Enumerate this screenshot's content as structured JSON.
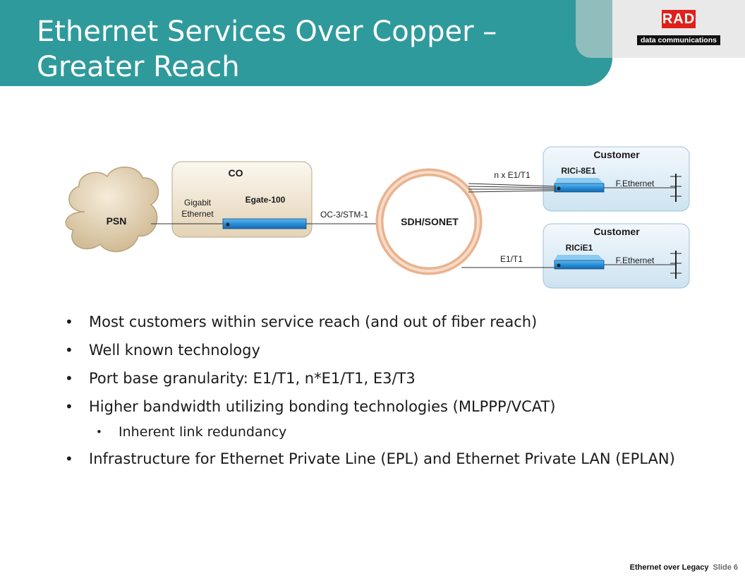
{
  "title": "Ethernet Services Over Copper –\nGreater Reach",
  "logo": {
    "mark": "RAD",
    "text": "data communications"
  },
  "diagram": {
    "psn": "PSN",
    "co": {
      "title": "CO",
      "device": "Egate-100",
      "port": "Gigabit\nEthernet"
    },
    "ring": "SDH/SONET",
    "uplink": "OC-3/STM-1",
    "customer1": {
      "title": "Customer",
      "device": "RICi-8E1",
      "link": "n x E1/T1",
      "lan": "F.Ethernet"
    },
    "customer2": {
      "title": "Customer",
      "device": "RICiE1",
      "link": "E1/T1",
      "lan": "F.Ethernet"
    }
  },
  "bullets": [
    {
      "text": "Most customers within service reach  (and out of fiber reach)",
      "level": 1
    },
    {
      "text": "Well known technology",
      "level": 1
    },
    {
      "text": "Port base granularity: E1/T1, n*E1/T1, E3/T3",
      "level": 1
    },
    {
      "text": "Higher bandwidth utilizing bonding technologies (MLPPP/VCAT)",
      "level": 1
    },
    {
      "text": "Inherent link redundancy",
      "level": 2
    },
    {
      "text": "Infrastructure for Ethernet Private Line (EPL) and Ethernet Private LAN (EPLAN)",
      "level": 1
    }
  ],
  "footer": {
    "title": "Ethernet over Legacy",
    "slide": "Slide 6"
  }
}
